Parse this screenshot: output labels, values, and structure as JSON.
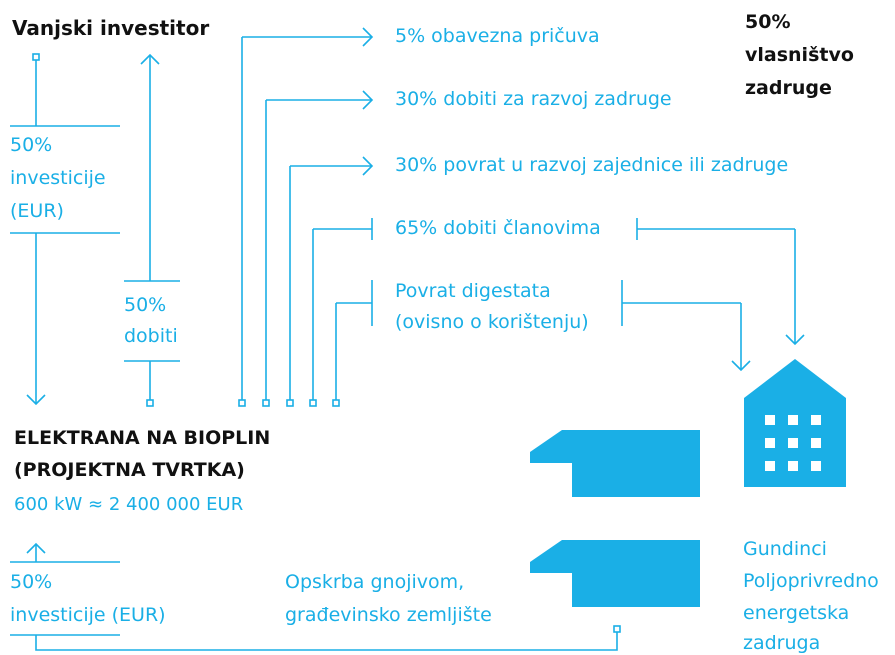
{
  "colors": {
    "accent": "#1aafe6",
    "text_dark": "#111111"
  },
  "top_left": {
    "title": "Vanjski investitor"
  },
  "top_right": {
    "line1": "50%",
    "line2": "vlasništvo",
    "line3": "zadruge"
  },
  "left_investment": {
    "line1": "50%",
    "line2": "investicije",
    "line3": "(EUR)"
  },
  "left_profit": {
    "line1": "50%",
    "line2": "dobiti"
  },
  "flows": [
    {
      "label": "5% obavezna pričuva"
    },
    {
      "label": "30% dobiti za razvoj zadruge"
    },
    {
      "label": "30% povrat u razvoj zajednice ili zadruge"
    },
    {
      "label": "65% dobiti članovima"
    },
    {
      "label": "Povrat digestata",
      "label2": "(ovisno o korištenju)"
    }
  ],
  "plant": {
    "line1": "ELEKTRANA NA BIOPLIN",
    "line2": "(PROJEKTNA TVRTKA)",
    "capacity": "600 kW ≈ 2 400 000 EUR"
  },
  "bottom_investment": {
    "line1": "50%",
    "line2": "investicije (EUR)"
  },
  "supply": {
    "line1": "Opskrba gnojivom,",
    "line2": "građevinsko zemljište"
  },
  "cooperative": {
    "line1": "Gundinci",
    "line2": "Poljoprivredno",
    "line3": "energetska",
    "line4": "zadruga"
  },
  "icons": [
    "farm-barn-icon",
    "farm-barn-icon",
    "apartment-building-icon"
  ]
}
